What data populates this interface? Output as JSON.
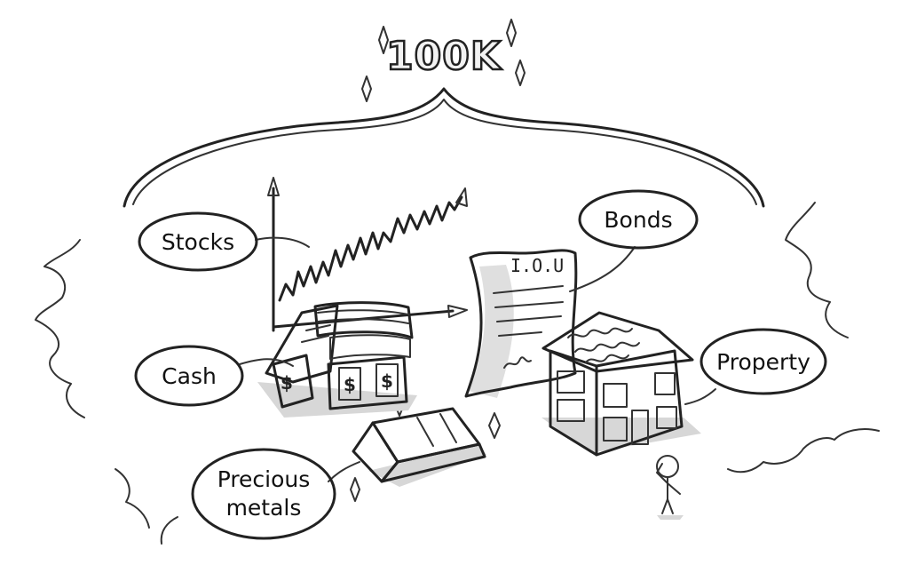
{
  "title": "100K",
  "labels": {
    "stocks": "Stocks",
    "bonds": "Bonds",
    "cash": "Cash",
    "property": "Property",
    "precious_metals_line1": "Precious",
    "precious_metals_line2": "metals"
  },
  "iou_text": "I.O.U",
  "cash_symbol": "$",
  "colors": {
    "ink": "#222222",
    "shade": "#d7d7d7",
    "background": "#ffffff"
  }
}
